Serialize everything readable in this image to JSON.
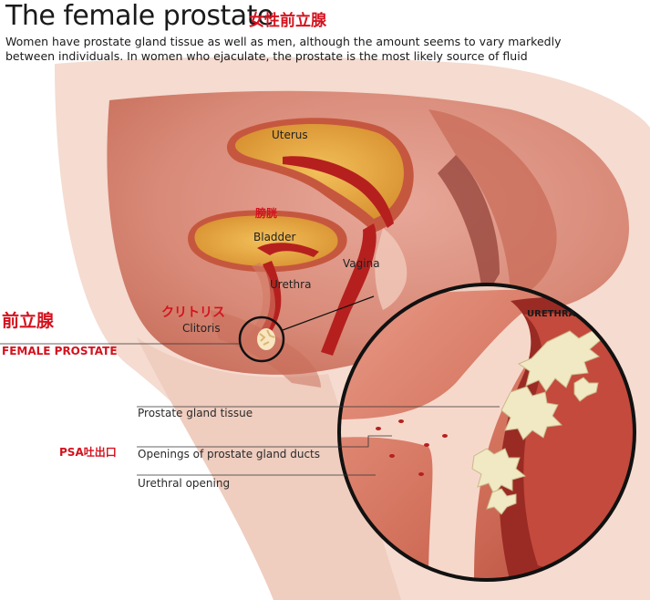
{
  "header": {
    "title": "The female prostate",
    "title_jp": "女性前立腺",
    "subtitle": "Women have prostate gland tissue as well as men, although the amount seems to vary markedly between individuals. In women who ejaculate, the prostate is the most likely source of fluid"
  },
  "diagram_labels": {
    "uterus": "Uterus",
    "bladder_jp": "膀胱",
    "bladder": "Bladder",
    "vagina": "Vagina",
    "urethra": "Urethra",
    "prostate_jp": "前立腺",
    "clitoris_jp": "クリトリス",
    "clitoris": "Clitoris",
    "female_prostate": "FEMALE PROSTATE",
    "urethra_zoom": "URETHRA",
    "prostate_gland_tissue": "Prostate gland tissue",
    "psa_jp": "PSA吐出口",
    "openings": "Openings of prostate gland ducts",
    "urethral_opening": "Urethral opening"
  },
  "colors": {
    "accent_red": "#d4121e",
    "tissue_dark": "#c46a55",
    "tissue_light": "#f3d3c3",
    "organ_yellow": "#e8a83a",
    "duct_red": "#b5201e"
  }
}
